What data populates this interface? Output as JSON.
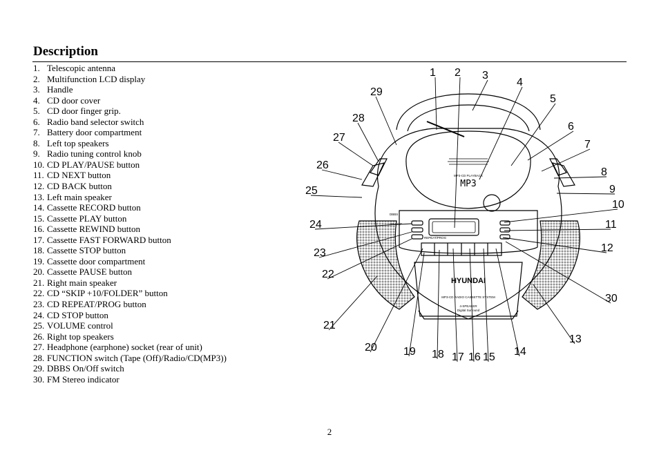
{
  "heading": "Description",
  "items": [
    {
      "num": "1.",
      "text": "Telescopic antenna"
    },
    {
      "num": "2.",
      "text": "Multifunction LCD display"
    },
    {
      "num": "3.",
      "text": "Handle"
    },
    {
      "num": "4.",
      "text": "CD door cover"
    },
    {
      "num": "5.",
      "text": "CD door finger grip."
    },
    {
      "num": "6.",
      "text": "Radio band selector switch"
    },
    {
      "num": "7.",
      "text": "Battery door compartment"
    },
    {
      "num": "8.",
      "text": "Left top speakers"
    },
    {
      "num": "9.",
      "text": "Radio tuning control knob"
    },
    {
      "num": "10.",
      "text": "CD PLAY/PAUSE button"
    },
    {
      "num": "11.",
      "text": "CD NEXT button"
    },
    {
      "num": "12.",
      "text": "CD BACK button"
    },
    {
      "num": "13.",
      "text": "Left main speaker"
    },
    {
      "num": "14.",
      "text": "Cassette RECORD button"
    },
    {
      "num": "15.",
      "text": "Cassette PLAY button"
    },
    {
      "num": "16.",
      "text": "Cassette REWIND button"
    },
    {
      "num": "17.",
      "text": "Cassette FAST FORWARD button"
    },
    {
      "num": "18.",
      "text": "Cassette STOP button"
    },
    {
      "num": "19.",
      "text": "Cassette door compartment"
    },
    {
      "num": "20.",
      "text": "Cassette PAUSE button"
    },
    {
      "num": "21.",
      "text": "Right main speaker"
    },
    {
      "num": "22.",
      "text": "CD “SKIP +10/FOLDER” button"
    },
    {
      "num": "23.",
      "text": "CD REPEAT/PROG button"
    },
    {
      "num": "24.",
      "text": "CD STOP button"
    },
    {
      "num": "25.",
      "text": "VOLUME control"
    },
    {
      "num": "26.",
      "text": "Right top speakers"
    },
    {
      "num": "27.",
      "text": "Headphone (earphone) socket (rear of unit)"
    },
    {
      "num": "28.",
      "text": "FUNCTION switch (Tape (Off)/Radio/CD(MP3))"
    },
    {
      "num": "29.",
      "text": "DBBS On/Off switch"
    },
    {
      "num": "30.",
      "text": "FM Stereo indicator"
    }
  ],
  "diagram": {
    "callouts": [
      "1",
      "2",
      "3",
      "4",
      "5",
      "6",
      "7",
      "8",
      "9",
      "10",
      "11",
      "12",
      "13",
      "14",
      "15",
      "16",
      "17",
      "18",
      "19",
      "20",
      "21",
      "22",
      "23",
      "24",
      "25",
      "26",
      "27",
      "28",
      "29",
      "30"
    ],
    "device_text": {
      "brand": "HYUNDAI",
      "lid_label": "MP3-CD PLAYBACK",
      "lid_logo": "MP3",
      "model_line": "MP3-CD RADIO CASSETTE SYSTEM",
      "speaker_line": "4-SPEAKER",
      "speaker_sub": "Digital Surround",
      "dbbs": "DBBS",
      "cd_skip": "CD SKIP",
      "repeat_prog": "REPEAT/PROG"
    }
  },
  "page_number": "2"
}
